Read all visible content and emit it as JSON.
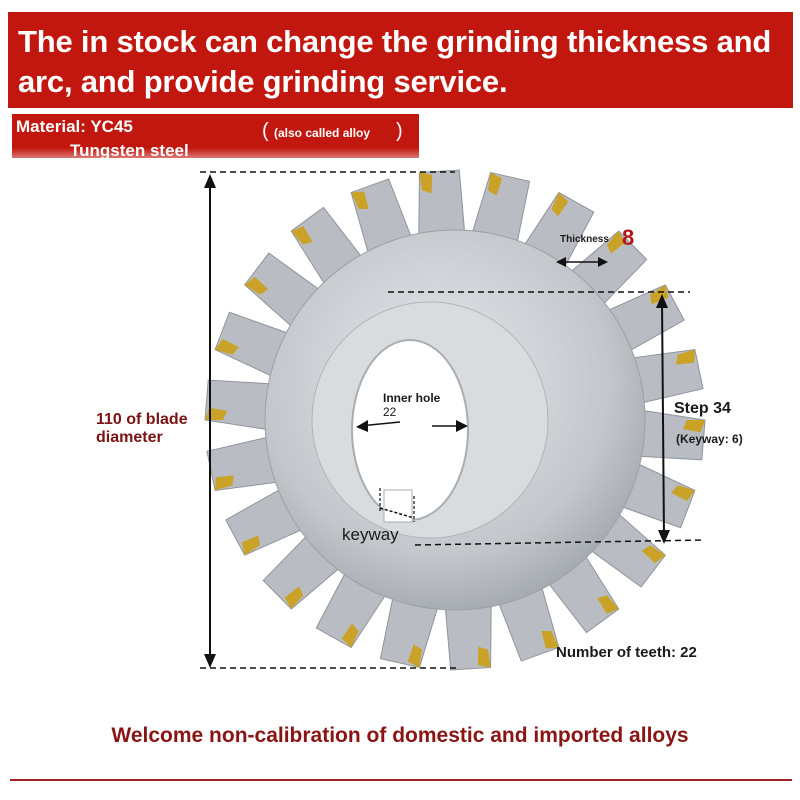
{
  "banner": {
    "headline": "The in stock can change the grinding thickness and arc, and provide grinding service."
  },
  "material": {
    "label": "Material: YC45",
    "sub": "Tungsten steel",
    "note": "(also called alloy"
  },
  "dimensions": {
    "diameter_label": "110 of blade diameter",
    "thickness_label": "Thickness",
    "thickness_value": "8",
    "inner_hole_label": "Inner hole",
    "inner_hole_value": "22",
    "step_label": "Step 34",
    "keyway_note": "(Keyway: 6)",
    "keyway_label": "keyway",
    "teeth_label": "Number of teeth: 22"
  },
  "footer": {
    "welcome": "Welcome non-calibration of domestic and imported alloys"
  },
  "colors": {
    "banner_red": "#c2170f",
    "footer_text": "#8a1414",
    "blade_steel": "#c9cdd2",
    "carbide_gold": "#c9a227"
  }
}
